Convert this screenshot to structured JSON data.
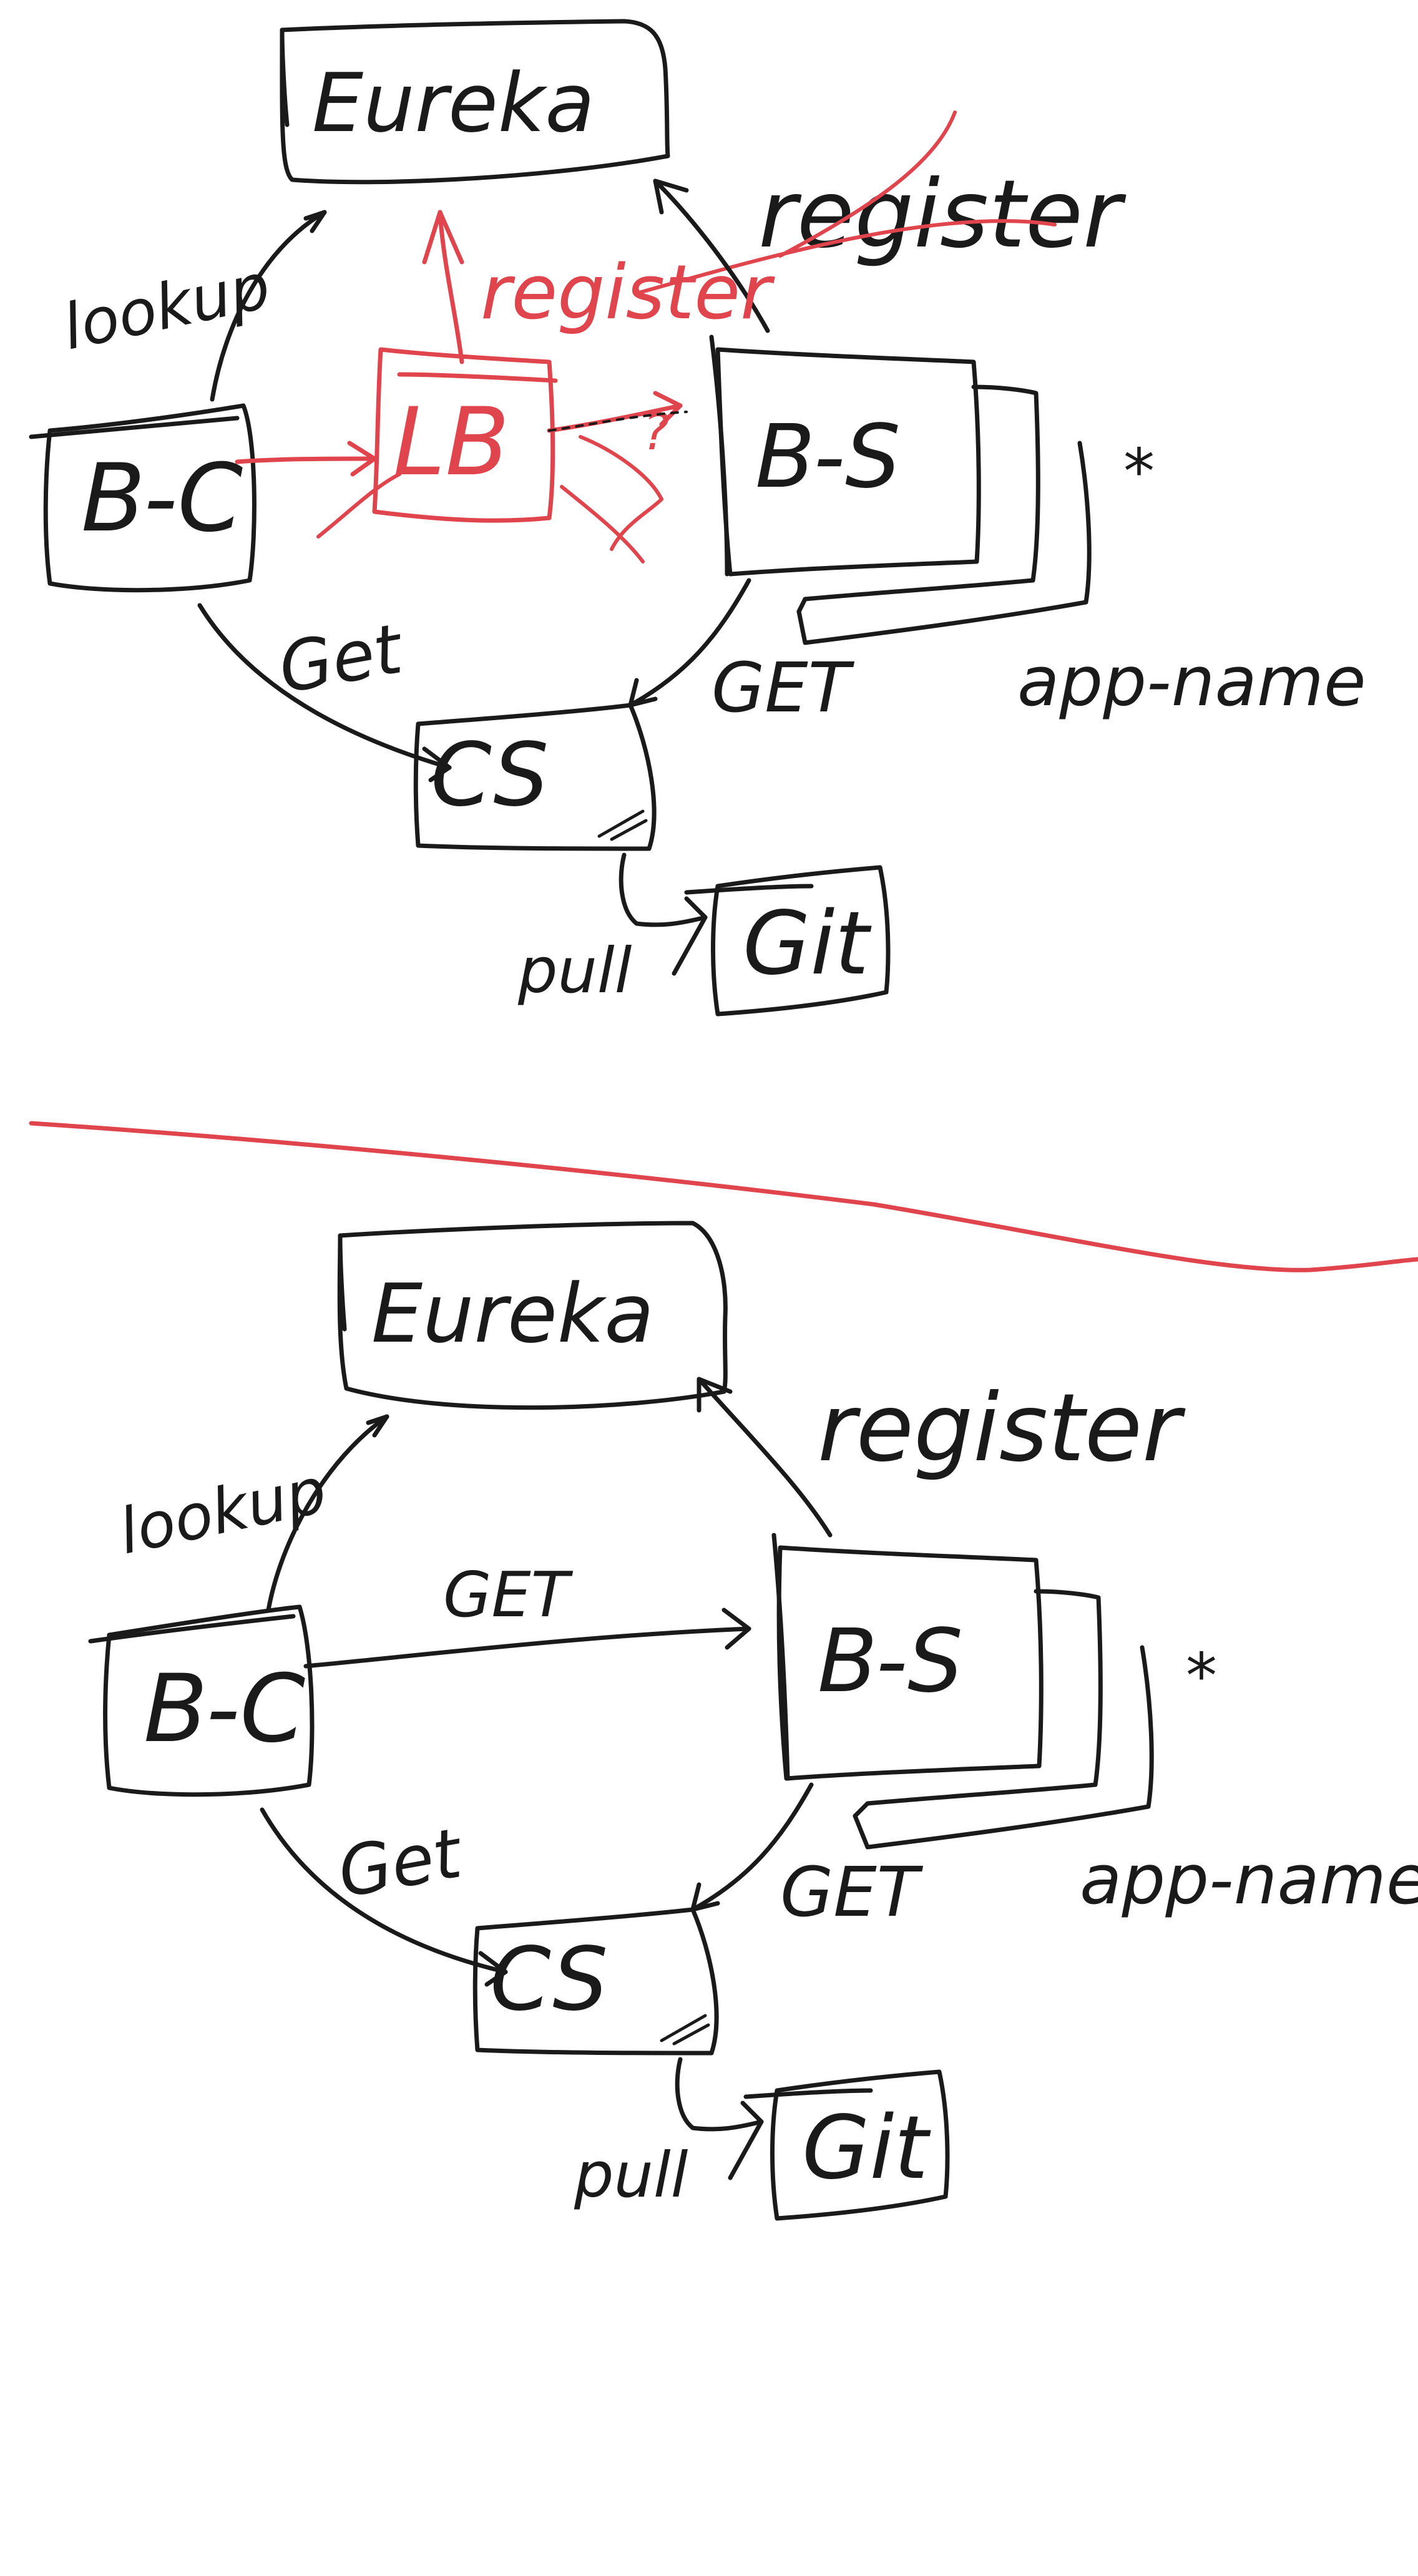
{
  "colors": {
    "ink": "#1a1a1a",
    "accent": "#e0444c",
    "background": "#ffffff"
  },
  "top": {
    "eureka": "Eureka",
    "register_struck": "register",
    "register_red": "register",
    "lookup": "lookup",
    "bc": "B-C",
    "lb": "LB",
    "lb_question": "?",
    "bs": "B-S",
    "star": "*",
    "app_name": "app-name",
    "get_left": "Get",
    "get_right": "GET",
    "cs": "CS",
    "pull": "pull",
    "git": "Git"
  },
  "bottom": {
    "eureka": "Eureka",
    "register": "register",
    "lookup": "lookup",
    "bc": "B-C",
    "get_direct": "GET",
    "bs": "B-S",
    "star": "*",
    "app_name": "app-name",
    "get_left": "Get",
    "get_right": "GET",
    "cs": "CS",
    "pull": "pull",
    "git": "Git"
  }
}
